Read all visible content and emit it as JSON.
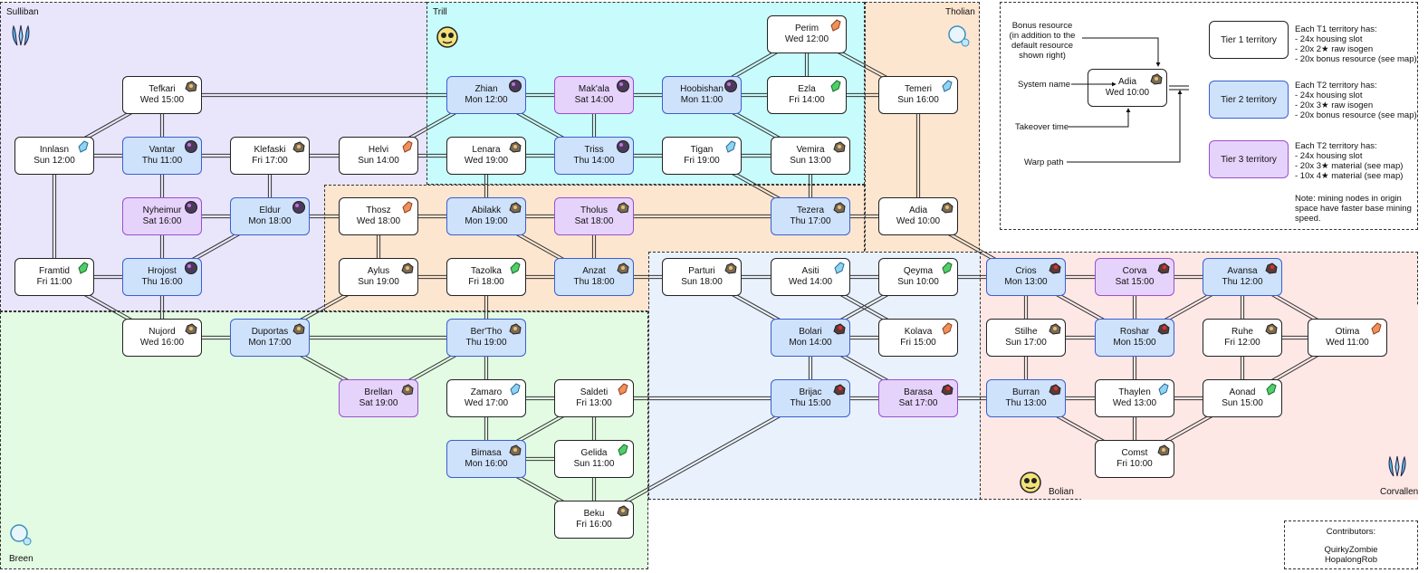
{
  "regions": [
    {
      "id": "sulliban",
      "label": "Sulliban"
    },
    {
      "id": "trill",
      "label": "Trill"
    },
    {
      "id": "tholian",
      "label": "Tholian"
    },
    {
      "id": "breen",
      "label": "Breen"
    },
    {
      "id": "bolian",
      "label": "Bolian"
    },
    {
      "id": "corvallen",
      "label": "Corvallen"
    }
  ],
  "systems": [
    {
      "id": "tefkari",
      "name": "Tefkari",
      "time": "Wed 15:00",
      "tier": 1,
      "res": "ore"
    },
    {
      "id": "innlasn",
      "name": "Innlasn",
      "time": "Sun 12:00",
      "tier": 1,
      "res": "crystal"
    },
    {
      "id": "vantar",
      "name": "Vantar",
      "time": "Thu 11:00",
      "tier": 2,
      "res": "dark"
    },
    {
      "id": "klefaski",
      "name": "Klefaski",
      "time": "Fri 17:00",
      "tier": 1,
      "res": "ore"
    },
    {
      "id": "helvi",
      "name": "Helvi",
      "time": "Sun 14:00",
      "tier": 1,
      "res": "orange"
    },
    {
      "id": "nyheimur",
      "name": "Nyheimur",
      "time": "Sat 16:00",
      "tier": 3,
      "res": "dark"
    },
    {
      "id": "eldur",
      "name": "Eldur",
      "time": "Mon 18:00",
      "tier": 2,
      "res": "dark"
    },
    {
      "id": "framtid",
      "name": "Framtid",
      "time": "Fri 11:00",
      "tier": 1,
      "res": "green"
    },
    {
      "id": "hrojost",
      "name": "Hrojost",
      "time": "Thu 16:00",
      "tier": 2,
      "res": "dark"
    },
    {
      "id": "nujord",
      "name": "Nujord",
      "time": "Wed 16:00",
      "tier": 1,
      "res": "ore"
    },
    {
      "id": "duportas",
      "name": "Duportas",
      "time": "Mon 17:00",
      "tier": 2,
      "res": "ore"
    },
    {
      "id": "zhian",
      "name": "Zhian",
      "time": "Mon 12:00",
      "tier": 2,
      "res": "dark"
    },
    {
      "id": "makala",
      "name": "Mak'ala",
      "time": "Sat 14:00",
      "tier": 3,
      "res": "dark"
    },
    {
      "id": "hoobishan",
      "name": "Hoobishan",
      "time": "Mon 11:00",
      "tier": 2,
      "res": "dark"
    },
    {
      "id": "perim",
      "name": "Perim",
      "time": "Wed 12:00",
      "tier": 1,
      "res": "orange"
    },
    {
      "id": "ezla",
      "name": "Ezla",
      "time": "Fri 14:00",
      "tier": 1,
      "res": "green"
    },
    {
      "id": "temeri",
      "name": "Temeri",
      "time": "Sun 16:00",
      "tier": 1,
      "res": "crystal"
    },
    {
      "id": "lenara",
      "name": "Lenara",
      "time": "Wed 19:00",
      "tier": 1,
      "res": "ore"
    },
    {
      "id": "triss",
      "name": "Triss",
      "time": "Thu 14:00",
      "tier": 2,
      "res": "dark"
    },
    {
      "id": "tigan",
      "name": "Tigan",
      "time": "Fri 19:00",
      "tier": 1,
      "res": "crystal"
    },
    {
      "id": "vemira",
      "name": "Vemira",
      "time": "Sun 13:00",
      "tier": 1,
      "res": "ore"
    },
    {
      "id": "thosz",
      "name": "Thosz",
      "time": "Wed 18:00",
      "tier": 1,
      "res": "orange"
    },
    {
      "id": "abilakk",
      "name": "Abilakk",
      "time": "Mon 19:00",
      "tier": 2,
      "res": "ore"
    },
    {
      "id": "tholus",
      "name": "Tholus",
      "time": "Sat 18:00",
      "tier": 3,
      "res": "ore"
    },
    {
      "id": "tezera",
      "name": "Tezera",
      "time": "Thu 17:00",
      "tier": 2,
      "res": "ore"
    },
    {
      "id": "adia",
      "name": "Adia",
      "time": "Wed 10:00",
      "tier": 1,
      "res": "ore"
    },
    {
      "id": "aylus",
      "name": "Aylus",
      "time": "Sun 19:00",
      "tier": 1,
      "res": "ore"
    },
    {
      "id": "tazolka",
      "name": "Tazolka",
      "time": "Fri 18:00",
      "tier": 1,
      "res": "green"
    },
    {
      "id": "anzat",
      "name": "Anzat",
      "time": "Thu 18:00",
      "tier": 2,
      "res": "ore"
    },
    {
      "id": "parturi",
      "name": "Parturi",
      "time": "Sun 18:00",
      "tier": 1,
      "res": "ore"
    },
    {
      "id": "asiti",
      "name": "Asiti",
      "time": "Wed 14:00",
      "tier": 1,
      "res": "crystal"
    },
    {
      "id": "qeyma",
      "name": "Qeyma",
      "time": "Sun 10:00",
      "tier": 1,
      "res": "green"
    },
    {
      "id": "crios",
      "name": "Crios",
      "time": "Mon 13:00",
      "tier": 2,
      "res": "red"
    },
    {
      "id": "corva",
      "name": "Corva",
      "time": "Sat 15:00",
      "tier": 3,
      "res": "red"
    },
    {
      "id": "avansa",
      "name": "Avansa",
      "time": "Thu 12:00",
      "tier": 2,
      "res": "red"
    },
    {
      "id": "berthol",
      "name": "Ber'Tho",
      "time": "Thu 19:00",
      "tier": 2,
      "res": "ore"
    },
    {
      "id": "bolari",
      "name": "Bolari",
      "time": "Mon 14:00",
      "tier": 2,
      "res": "red"
    },
    {
      "id": "kolava",
      "name": "Kolava",
      "time": "Fri 15:00",
      "tier": 1,
      "res": "orange"
    },
    {
      "id": "stilhe",
      "name": "Stilhe",
      "time": "Sun 17:00",
      "tier": 1,
      "res": "ore"
    },
    {
      "id": "roshar",
      "name": "Roshar",
      "time": "Mon 15:00",
      "tier": 2,
      "res": "red"
    },
    {
      "id": "ruhe",
      "name": "Ruhe",
      "time": "Fri 12:00",
      "tier": 1,
      "res": "ore"
    },
    {
      "id": "otima",
      "name": "Otima",
      "time": "Wed 11:00",
      "tier": 1,
      "res": "orange"
    },
    {
      "id": "brellan",
      "name": "Brellan",
      "time": "Sat 19:00",
      "tier": 3,
      "res": "ore"
    },
    {
      "id": "zamaro",
      "name": "Zamaro",
      "time": "Wed 17:00",
      "tier": 1,
      "res": "crystal"
    },
    {
      "id": "saldeti",
      "name": "Saldeti",
      "time": "Fri 13:00",
      "tier": 1,
      "res": "orange"
    },
    {
      "id": "brijac",
      "name": "Brijac",
      "time": "Thu 15:00",
      "tier": 2,
      "res": "red"
    },
    {
      "id": "barasa",
      "name": "Barasa",
      "time": "Sat 17:00",
      "tier": 3,
      "res": "red"
    },
    {
      "id": "burran",
      "name": "Burran",
      "time": "Thu 13:00",
      "tier": 2,
      "res": "red"
    },
    {
      "id": "thaylen",
      "name": "Thaylen",
      "time": "Wed 13:00",
      "tier": 1,
      "res": "crystal"
    },
    {
      "id": "aonad",
      "name": "Aonad",
      "time": "Sun 15:00",
      "tier": 1,
      "res": "green"
    },
    {
      "id": "bimasa",
      "name": "Bimasa",
      "time": "Mon 16:00",
      "tier": 2,
      "res": "ore"
    },
    {
      "id": "gelida",
      "name": "Gelida",
      "time": "Sun 11:00",
      "tier": 1,
      "res": "green"
    },
    {
      "id": "comst",
      "name": "Comst",
      "time": "Fri 10:00",
      "tier": 1,
      "res": "ore"
    },
    {
      "id": "beku",
      "name": "Beku",
      "time": "Fri 16:00",
      "tier": 1,
      "res": "ore"
    }
  ],
  "links": [
    [
      "tefkari",
      "zhian"
    ],
    [
      "tefkari",
      "innlasn"
    ],
    [
      "tefkari",
      "vantar"
    ],
    [
      "innlasn",
      "vantar"
    ],
    [
      "innlasn",
      "framtid"
    ],
    [
      "vantar",
      "klefaski"
    ],
    [
      "vantar",
      "nyheimur"
    ],
    [
      "klefaski",
      "helvi"
    ],
    [
      "klefaski",
      "eldur"
    ],
    [
      "helvi",
      "lenara"
    ],
    [
      "helvi",
      "zhian"
    ],
    [
      "nyheimur",
      "eldur"
    ],
    [
      "nyheimur",
      "hrojost"
    ],
    [
      "eldur",
      "thosz"
    ],
    [
      "eldur",
      "hrojost"
    ],
    [
      "framtid",
      "hrojost"
    ],
    [
      "framtid",
      "nujord"
    ],
    [
      "hrojost",
      "nujord"
    ],
    [
      "nujord",
      "duportas"
    ],
    [
      "duportas",
      "aylus"
    ],
    [
      "duportas",
      "berthol"
    ],
    [
      "duportas",
      "brellan"
    ],
    [
      "zhian",
      "makala"
    ],
    [
      "zhian",
      "triss"
    ],
    [
      "makala",
      "hoobishan"
    ],
    [
      "makala",
      "triss"
    ],
    [
      "hoobishan",
      "perim"
    ],
    [
      "hoobishan",
      "ezla"
    ],
    [
      "hoobishan",
      "vemira"
    ],
    [
      "perim",
      "ezla"
    ],
    [
      "perim",
      "temeri"
    ],
    [
      "ezla",
      "temeri"
    ],
    [
      "temeri",
      "adia"
    ],
    [
      "lenara",
      "triss"
    ],
    [
      "lenara",
      "abilakk"
    ],
    [
      "triss",
      "tigan"
    ],
    [
      "tigan",
      "vemira"
    ],
    [
      "tigan",
      "tezera"
    ],
    [
      "vemira",
      "tezera"
    ],
    [
      "thosz",
      "abilakk"
    ],
    [
      "thosz",
      "aylus"
    ],
    [
      "abilakk",
      "tholus"
    ],
    [
      "abilakk",
      "anzat"
    ],
    [
      "tholus",
      "tezera"
    ],
    [
      "tholus",
      "anzat"
    ],
    [
      "tezera",
      "adia"
    ],
    [
      "adia",
      "crios"
    ],
    [
      "aylus",
      "tazolka"
    ],
    [
      "tazolka",
      "anzat"
    ],
    [
      "tazolka",
      "berthol"
    ],
    [
      "anzat",
      "parturi"
    ],
    [
      "parturi",
      "asiti"
    ],
    [
      "parturi",
      "bolari"
    ],
    [
      "asiti",
      "qeyma"
    ],
    [
      "asiti",
      "kolava"
    ],
    [
      "qeyma",
      "crios"
    ],
    [
      "qeyma",
      "bolari"
    ],
    [
      "crios",
      "corva"
    ],
    [
      "crios",
      "stilhe"
    ],
    [
      "crios",
      "roshar"
    ],
    [
      "corva",
      "avansa"
    ],
    [
      "corva",
      "roshar"
    ],
    [
      "avansa",
      "roshar"
    ],
    [
      "avansa",
      "ruhe"
    ],
    [
      "avansa",
      "otima"
    ],
    [
      "berthol",
      "brellan"
    ],
    [
      "berthol",
      "zamaro"
    ],
    [
      "bolari",
      "kolava"
    ],
    [
      "bolari",
      "brijac"
    ],
    [
      "bolari",
      "barasa"
    ],
    [
      "stilhe",
      "roshar"
    ],
    [
      "stilhe",
      "burran"
    ],
    [
      "roshar",
      "thaylen"
    ],
    [
      "ruhe",
      "otima"
    ],
    [
      "ruhe",
      "aonad"
    ],
    [
      "otima",
      "aonad"
    ],
    [
      "zamaro",
      "saldeti"
    ],
    [
      "zamaro",
      "bimasa"
    ],
    [
      "saldeti",
      "brijac"
    ],
    [
      "saldeti",
      "bimasa"
    ],
    [
      "saldeti",
      "gelida"
    ],
    [
      "brijac",
      "barasa"
    ],
    [
      "brijac",
      "beku"
    ],
    [
      "barasa",
      "burran"
    ],
    [
      "burran",
      "thaylen"
    ],
    [
      "burran",
      "comst"
    ],
    [
      "thaylen",
      "aonad"
    ],
    [
      "thaylen",
      "comst"
    ],
    [
      "aonad",
      "comst"
    ],
    [
      "bimasa",
      "gelida"
    ],
    [
      "bimasa",
      "beku"
    ],
    [
      "gelida",
      "beku"
    ]
  ],
  "legend": {
    "bonus_resource": "Bonus resource\n(in addition to the\ndefault resource\nshown right)",
    "system_name": "System name",
    "takeover_time": "Takeover time",
    "warp_path": "Warp path",
    "example_name": "Adia",
    "example_time": "Wed 10:00",
    "tiers": [
      {
        "label": "Tier 1 territory",
        "desc": "Each T1 territory has:\n- 24x housing slot\n- 20x 2★ raw isogen\n- 20x bonus resource (see map)"
      },
      {
        "label": "Tier 2 territory",
        "desc": "Each T2 territory has:\n- 24x housing slot\n- 20x 3★ raw isogen\n- 20x bonus resource (see map)"
      },
      {
        "label": "Tier 3 territory",
        "desc": "Each T2 territory has:\n- 24x housing slot\n- 20x 3★ material (see map)\n- 10x 4★ material (see map)"
      }
    ],
    "note": "Note: mining nodes in origin\nspace have faster base mining\nspeed."
  },
  "contributors": {
    "title": "Contributors:",
    "names": [
      "QuirkyZombie",
      "HopalongRob"
    ]
  },
  "colors": {
    "sulliban": "#e9e6fb",
    "trill": "#c8fbfb",
    "tholian": "#fde6d0",
    "breen": "#e2fbe2",
    "bolian": "#e9f1fc",
    "corvallen": "#fde8e6",
    "t2_fill": "#cfe2fb",
    "t3_fill": "#e6d3fb",
    "t2_border": "#3a5fd0",
    "t3_border": "#9a4fd0"
  }
}
